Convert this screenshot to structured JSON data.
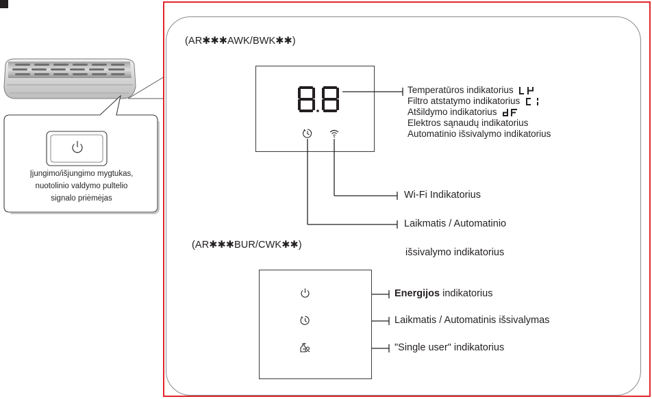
{
  "models": {
    "top": "(AR✱✱✱AWK/BWK✱✱)",
    "bottom": "(AR✱✱✱BUR/CWK✱✱)"
  },
  "top_labels": {
    "temperature": "Temperatūros indikatorius",
    "filter": "Filtro atstatymo indikatorius",
    "defrost": "Atšildymo indikatorius",
    "power_usage": "Elektros sąnaudų indikatorius",
    "auto_clean": "Automatinio išsivalymo indikatorius",
    "wifi": "Wi-Fi Indikatorius",
    "timer_line1": "Laikmatis / Automatinio",
    "timer_line2": "išsivalymo indikatorius"
  },
  "bottom_labels": {
    "energy_bold": "Energijos",
    "energy_rest": " indikatorius",
    "timer": "Laikmatis / Automatinis išsivalymas",
    "single_user": "\"Single user\" indikatorius"
  },
  "callout": {
    "line1": "Įjungimo/išjungimo mygtukas,",
    "line2": "nuotolinio valdymo pultelio",
    "line3": "signalo priėmėjas"
  },
  "icons": [
    "power-icon",
    "timer-icon",
    "wifi-icon",
    "single-user-icon",
    "seven-segment-display-icon"
  ],
  "colors": {
    "frame": "#e0242b",
    "ink": "#231f20",
    "panel_border": "#8a8a8a"
  }
}
